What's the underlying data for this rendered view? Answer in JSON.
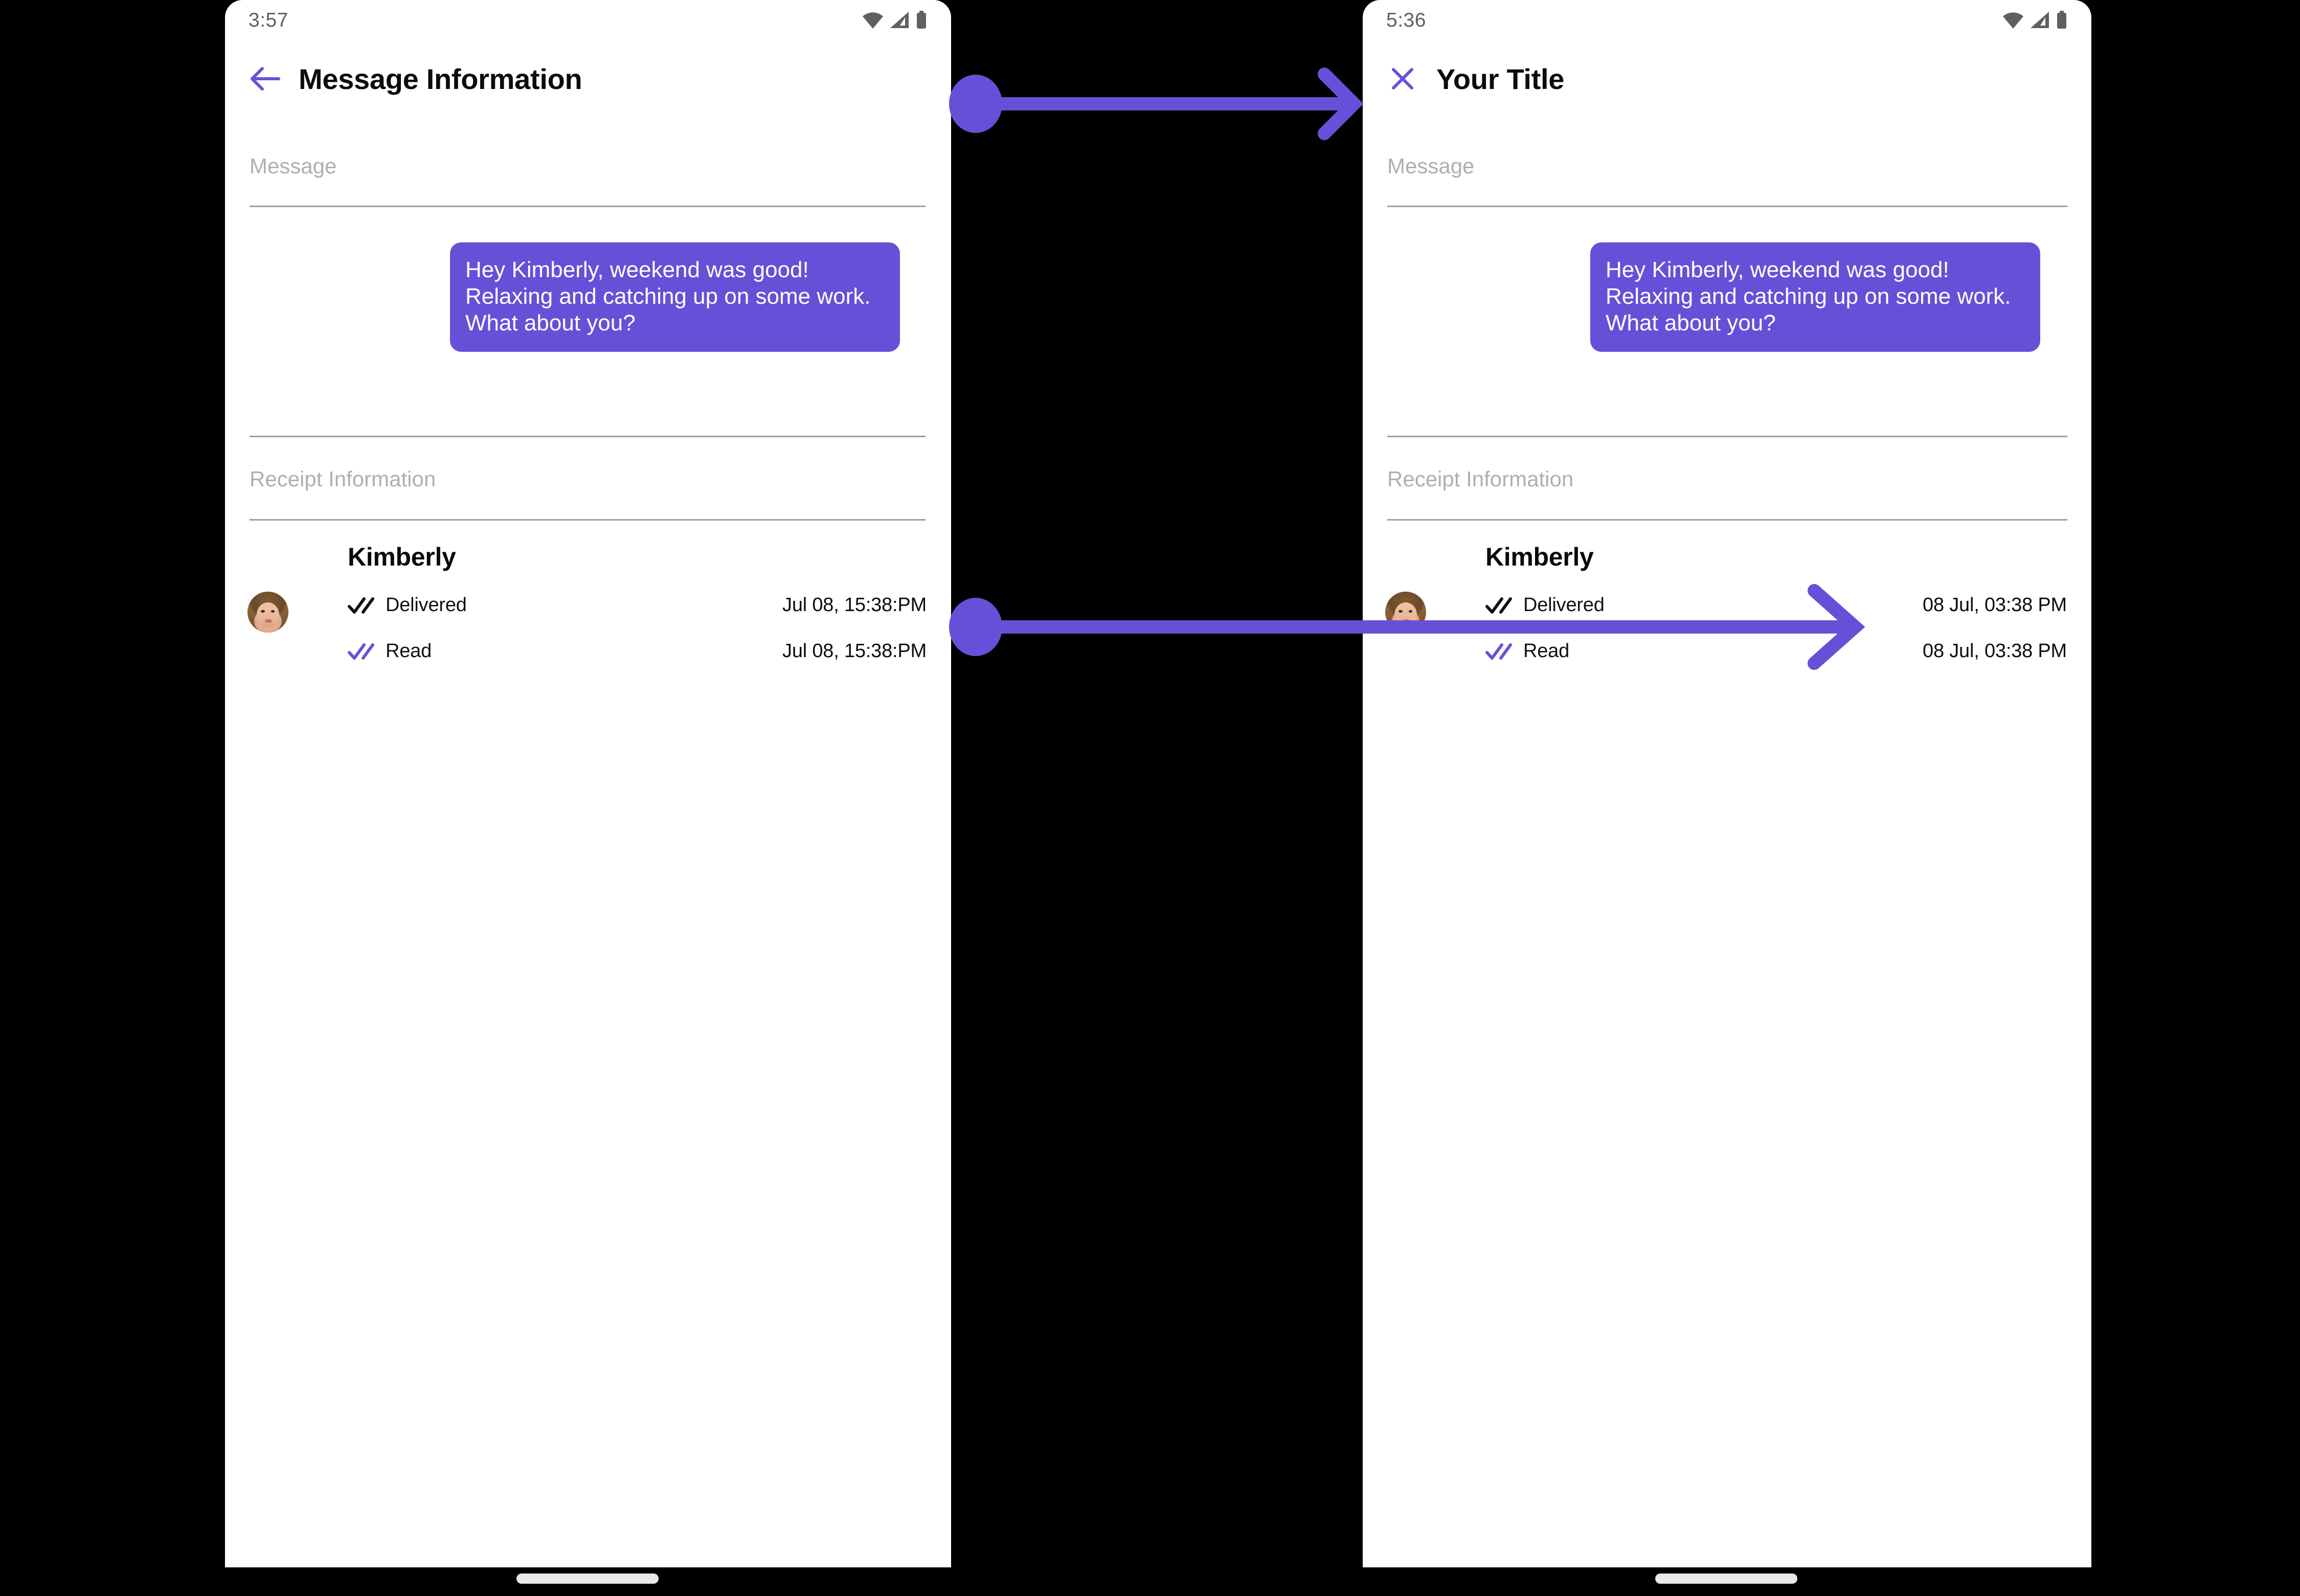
{
  "accent_color": "#6750d8",
  "bubble_color": "#6750d8",
  "label_color": "#afafaf",
  "screens": [
    {
      "id": "before",
      "status": {
        "time": "3:57",
        "icons": [
          "wifi-icon",
          "cellular-signal-icon",
          "battery-icon"
        ]
      },
      "appbar": {
        "nav_icon": "back-arrow-icon",
        "title": "Message Information"
      },
      "sections": {
        "message_label": "Message",
        "receipt_label": "Receipt Information"
      },
      "message": {
        "text": "Hey Kimberly, weekend was good!  Relaxing and catching up on some work.  What about you?"
      },
      "receipt": {
        "name": "Kimberly",
        "avatar": "kimberly-avatar",
        "rows": [
          {
            "icon": "double-check-icon",
            "icon_color": "#111111",
            "label": "Delivered",
            "time": "Jul 08, 15:38:PM"
          },
          {
            "icon": "double-check-icon",
            "icon_color": "#6750d8",
            "label": "Read",
            "time": "Jul 08, 15:38:PM"
          }
        ]
      }
    },
    {
      "id": "after",
      "status": {
        "time": "5:36",
        "icons": [
          "wifi-icon",
          "cellular-signal-icon",
          "battery-icon"
        ]
      },
      "appbar": {
        "nav_icon": "close-x-icon",
        "title": "Your Title"
      },
      "sections": {
        "message_label": "Message",
        "receipt_label": "Receipt Information"
      },
      "message": {
        "text": "Hey Kimberly, weekend was good!  Relaxing and catching up on some work.  What about you?"
      },
      "receipt": {
        "name": "Kimberly",
        "avatar": "kimberly-avatar",
        "rows": [
          {
            "icon": "double-check-icon",
            "icon_color": "#111111",
            "label": "Delivered",
            "time": "08 Jul, 03:38 PM"
          },
          {
            "icon": "double-check-icon",
            "icon_color": "#6750d8",
            "label": "Read",
            "time": "08 Jul, 03:38 PM"
          }
        ]
      }
    }
  ],
  "annotations": [
    {
      "name": "appbar-change-arrow",
      "color": "#6750d8"
    },
    {
      "name": "timestamp-format-change-arrow",
      "color": "#6750d8"
    }
  ]
}
